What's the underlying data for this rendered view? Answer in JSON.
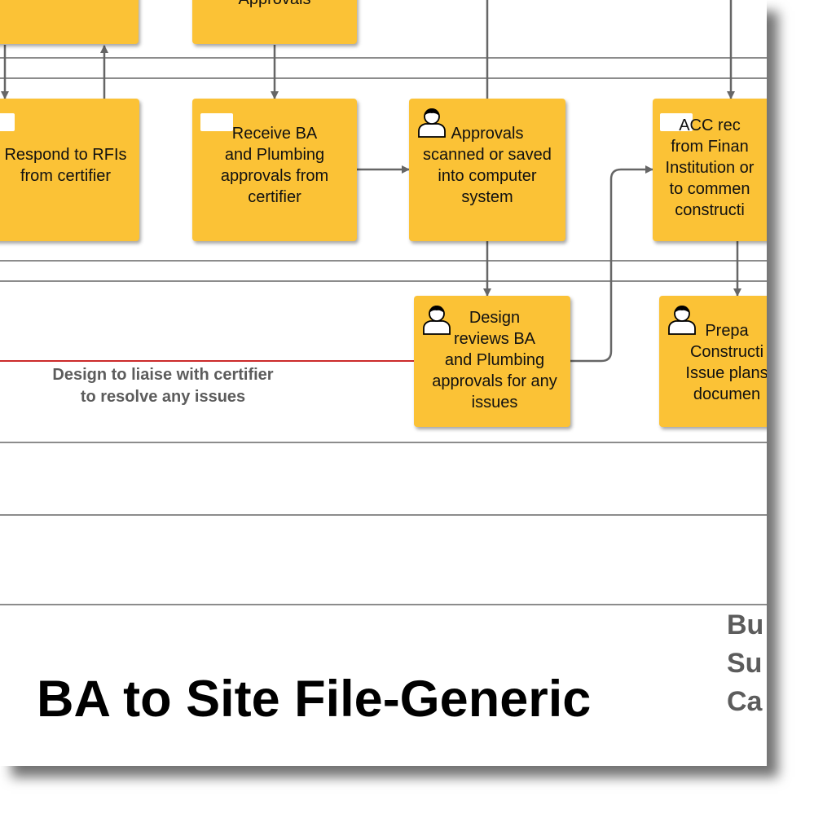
{
  "diagram": {
    "title": "BA to Site File-Generic",
    "side_labels": [
      "Bu",
      "Su",
      "Ca"
    ],
    "note": "Design to liaise with certifier\nto resolve any issues",
    "colors": {
      "box": "#fbc236",
      "connector": "#666666",
      "issue_line": "#cc2a2a",
      "lane": "#8c8c8c"
    },
    "boxes": {
      "top_left": "",
      "top_mid": "Approvals",
      "rfi": "Respond to RFIs\nfrom certifier",
      "receive": "Receive BA\nand Plumbing\napprovals from\ncertifier",
      "scanned": "Approvals\nscanned or saved\ninto computer\nsystem",
      "acc": "ACC rec\nfrom Finan\nInstitution or\nto commen\nconstructi",
      "design": "Design\nreviews BA\nand Plumbing\napprovals for any\nissues",
      "prepare": "Prepa\nConstructi\nIssue plans\ndocumen"
    }
  }
}
